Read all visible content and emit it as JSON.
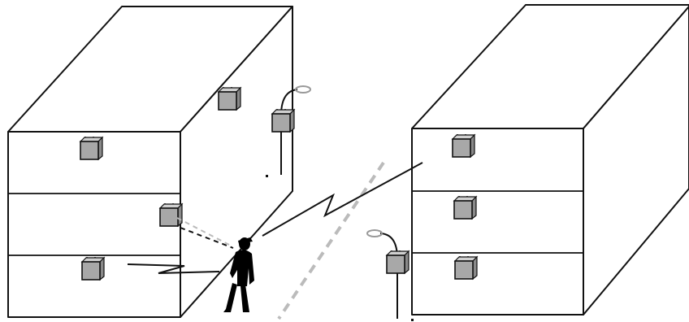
{
  "colors": {
    "outline": "#111111",
    "device_fill": "#a8a8a8",
    "device_top": "#d0d0d0",
    "device_side": "#8a8a8a",
    "dashed_path": "#bbbbbb",
    "shadow_link": "#bbbbbb",
    "lamp": "#999999",
    "person": "#000000"
  },
  "scene": {
    "buildings": [
      {
        "name": "left-building",
        "floors": 3,
        "indoor_nodes": 4
      },
      {
        "name": "right-building",
        "floors": 3,
        "indoor_nodes": 3
      }
    ],
    "street_lamps": 2,
    "wireless_links": 2,
    "pedestrians": 1
  }
}
